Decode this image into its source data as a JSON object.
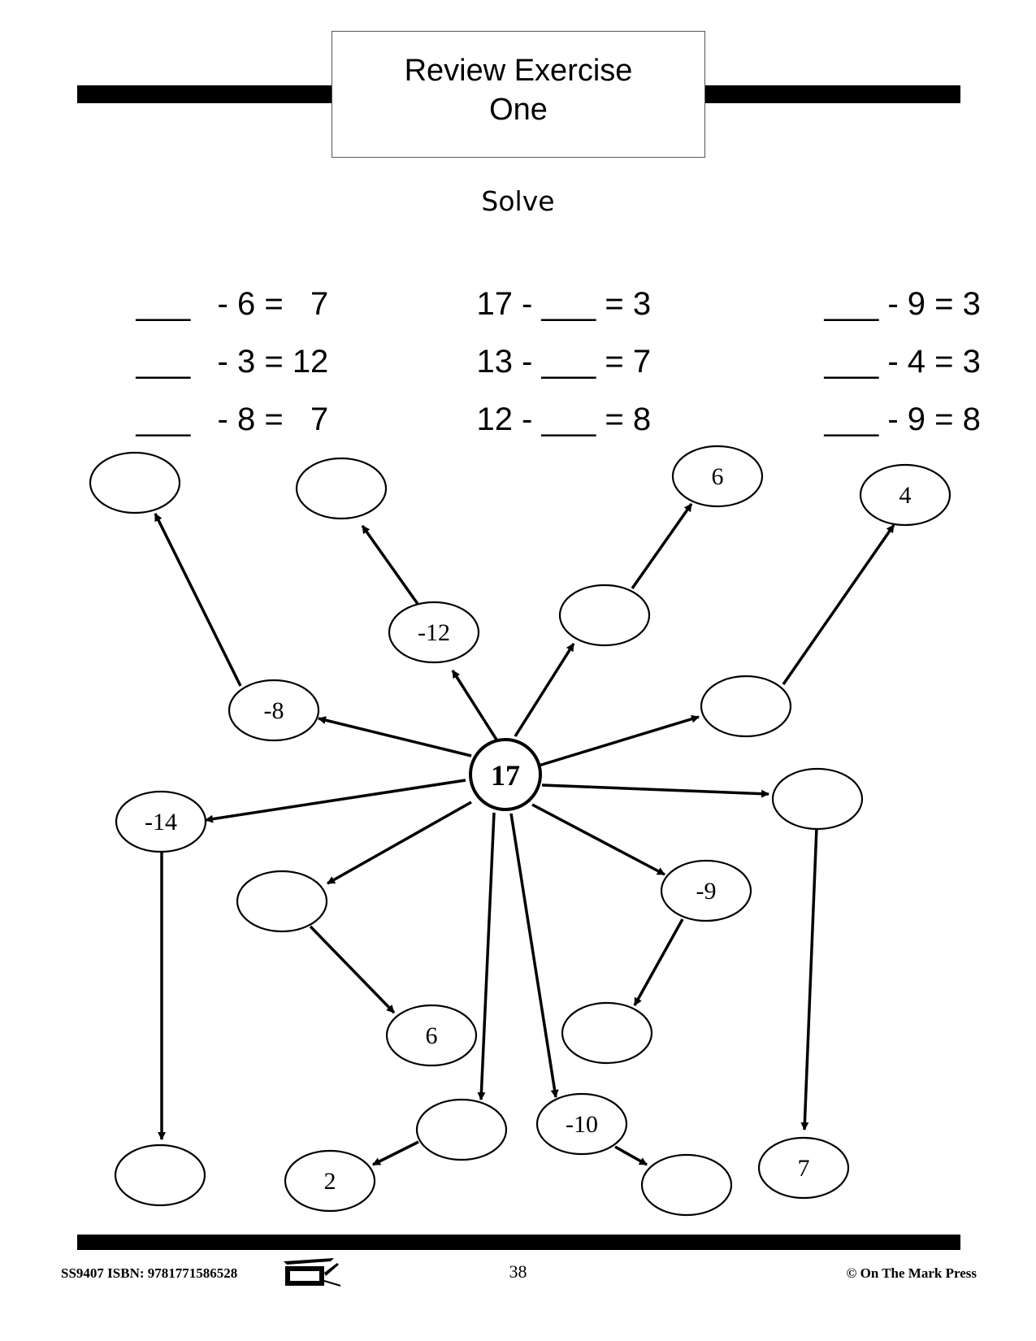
{
  "header": {
    "title_line1": "Review Exercise",
    "title_line2": "One"
  },
  "instructions": "Solve",
  "equations": [
    [
      "___",
      "- 6 =   7"
    ],
    [
      "17 -",
      "___ = 3"
    ],
    [
      "___",
      "- 9 = 3"
    ],
    [
      "___",
      "- 3 = 12"
    ],
    [
      "13 -",
      "___ = 7"
    ],
    [
      "___",
      "- 4 = 3"
    ],
    [
      "___",
      "- 8 =   7"
    ],
    [
      "12 -",
      "___ = 8"
    ],
    [
      "___",
      "- 9 = 8"
    ]
  ],
  "diagram": {
    "center": "17",
    "nodes": {
      "n_tl": "",
      "n_tm": "",
      "n_six_top": "6",
      "n_four": "4",
      "n_m12": "-12",
      "n_blank_mid": "",
      "n_m8": "-8",
      "n_blank_right": "",
      "n_m14": "-14",
      "n_blank_far_right": "",
      "n_blank_left_low": "",
      "n_m9": "-9",
      "n_six_low": "6",
      "n_blank_under_m9": "",
      "n_blank_bottom_left": "",
      "n_blank_bottom_mid": "",
      "n_m10": "-10",
      "n_two": "2",
      "n_blank_bottom_right": "",
      "n_seven": "7"
    }
  },
  "footer": {
    "left": "SS9407  ISBN: 9781771586528",
    "page": "38",
    "right": "© On The Mark Press"
  }
}
